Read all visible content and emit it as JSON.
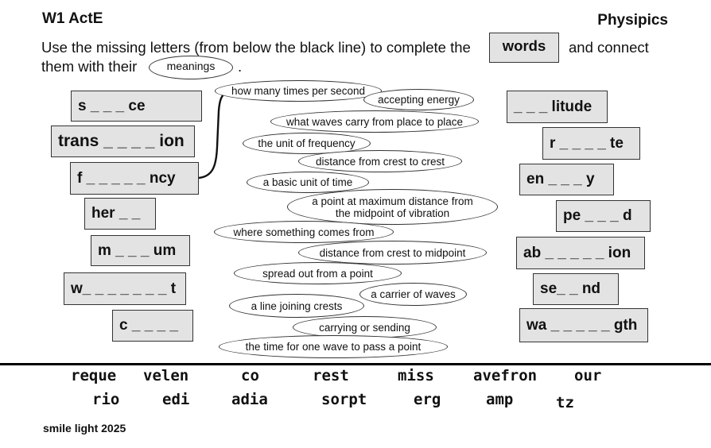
{
  "header": {
    "title": "W1 ActE",
    "subject": "Physipics",
    "instruction_part1": "Use the missing letters (from below the black line) to complete the",
    "instruction_words_box": "words",
    "instruction_part2": "and connect",
    "instruction_part3": "them with their",
    "instruction_meanings_oval": "meanings",
    "instruction_end": "."
  },
  "left_words": [
    "s _ _ _ ce",
    "trans _ _ _ _ ion",
    "f _ _ _ _ _ ncy",
    "her _ _",
    "m _ _ _ um",
    "w_ _ _ _ _ _ _ t",
    "c _ _ _ _"
  ],
  "right_words": [
    "_ _ _ litude",
    "r _ _ _ _ te",
    "en _ _ _ y",
    "pe _ _ _ d",
    "ab _ _ _ _ _ ion",
    "se_ _ nd",
    "wa _ _ _ _ _ gth"
  ],
  "meanings": [
    "how many times per second",
    "accepting energy",
    "what waves carry from place to place",
    "the unit of frequency",
    "distance from crest to crest",
    "a basic unit of time",
    "a point at maximum distance from the midpoint of vibration",
    "where something comes from",
    "distance from crest to midpoint",
    "spread out from a point",
    "a carrier of waves",
    "a line joining crests",
    "carrying or sending",
    "the time for one wave to pass a point"
  ],
  "letter_fragments_row1": [
    "reque",
    "velen",
    "co",
    "rest",
    "miss",
    "avefron",
    "our"
  ],
  "letter_fragments_row2": [
    "rio",
    "edi",
    "adia",
    "sorpt",
    "erg",
    "amp",
    "tz"
  ],
  "footer": "smile light 2025"
}
